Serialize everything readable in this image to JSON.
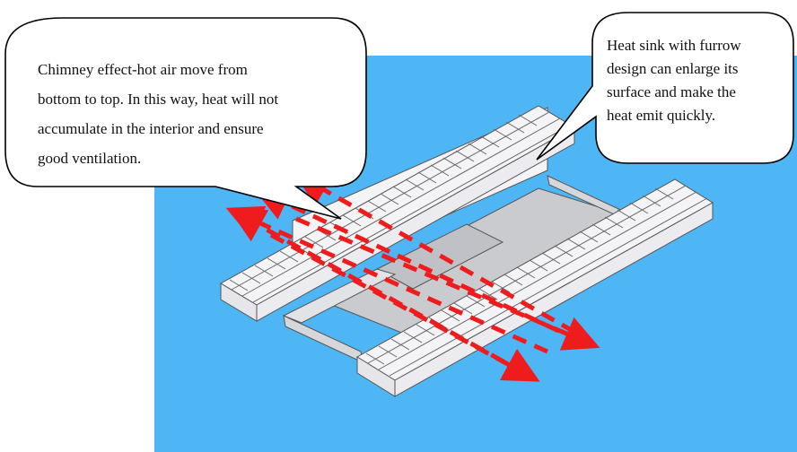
{
  "colors": {
    "background_panel": "#4fb6f5",
    "heat_sink_fill": "#f4f4f6",
    "heat_sink_stroke": "#555555",
    "base_plate": "#c9cbcf",
    "airflow_arrows": "#ee1c1c",
    "callout_border": "#000000",
    "callout_fill": "#ffffff"
  },
  "callouts": {
    "left": {
      "lines": [
        "Chimney effect-hot air move from",
        "bottom to top. In this way, heat will not",
        "accumulate in the interior and ensure",
        "good ventilation."
      ]
    },
    "right": {
      "lines": [
        "Heat sink with furrow",
        "design can enlarge its",
        "surface and make the",
        "heat emit quickly."
      ]
    }
  },
  "icons": {
    "airflow": "red-dashed-arrow",
    "device": "finned-heat-sink-assembly"
  }
}
